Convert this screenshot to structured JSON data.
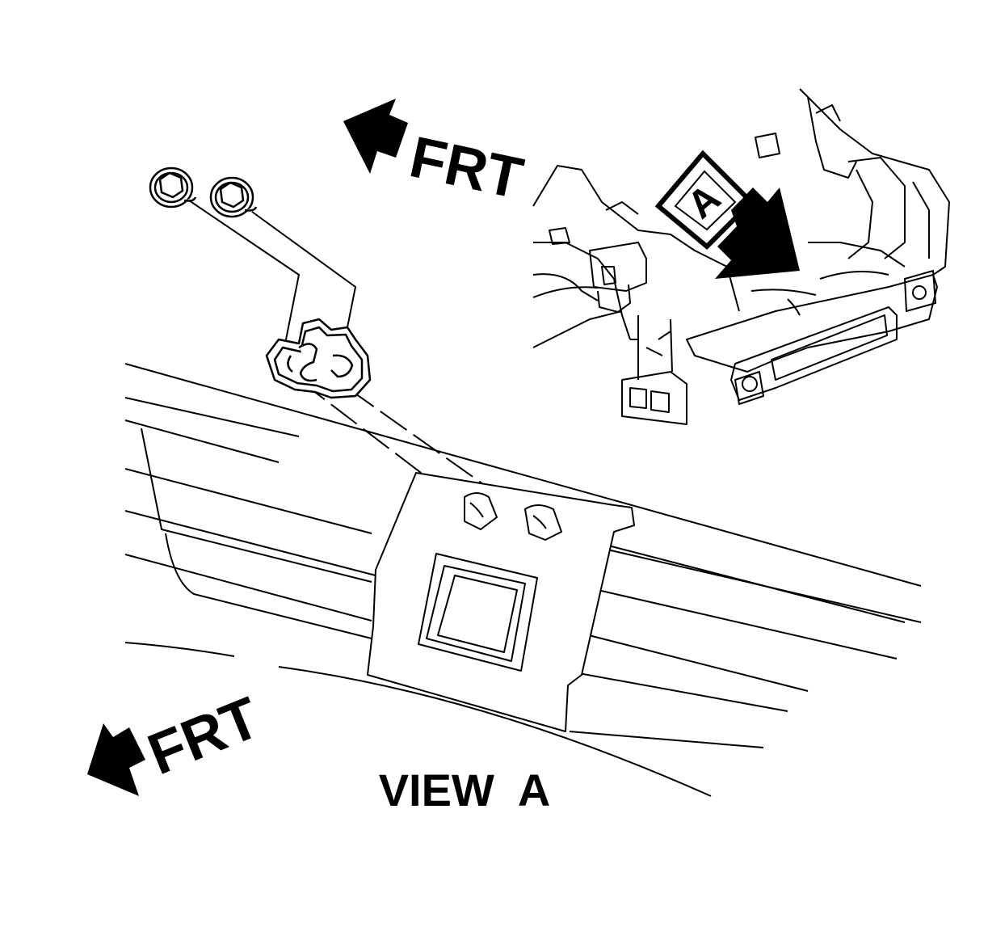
{
  "diagram": {
    "labels": {
      "frt_top": "FRT",
      "frt_bottom": "FRT",
      "view_callout": "A",
      "view_title": "VIEW  A"
    },
    "colors": {
      "ink": "#000000",
      "paper": "#ffffff"
    }
  }
}
